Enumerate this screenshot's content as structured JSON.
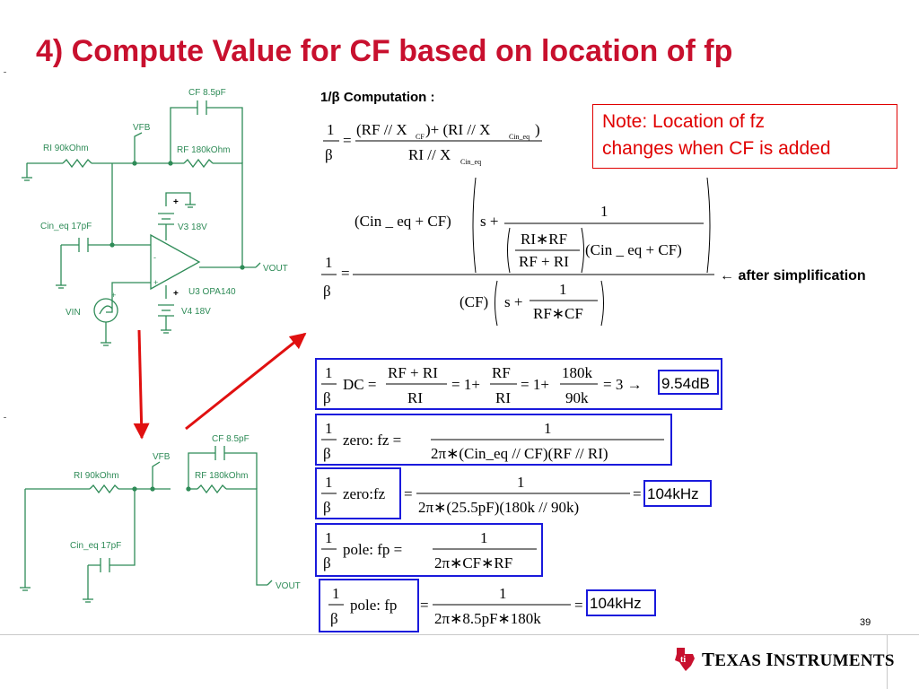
{
  "slide": {
    "title": "4) Compute Value for CF based on location of fp",
    "page_number": "39",
    "note_lines": [
      "Note: Location of fz",
      "changes when CF is added"
    ],
    "brand": {
      "first": "T",
      "rest1": "EXAS ",
      "second": "I",
      "rest2": "NSTRUMENTS",
      "color": "#c8102e"
    }
  },
  "schematic_top": {
    "cf": "CF 8.5pF",
    "vfb": "VFB",
    "ri": "RI 90kOhm",
    "rf": "RF 180kOhm",
    "cin": "Cin_eq 17pF",
    "v3": "V3 18V",
    "v4": "V4 18V",
    "vout": "VOUT",
    "u3": "U3 OPA140",
    "vin": "VIN",
    "plus": "+",
    "minus": "-"
  },
  "schematic_bottom": {
    "cf": "CF 8.5pF",
    "vfb": "VFB",
    "ri": "RI 90kOhm",
    "rf": "RF 180kOhm",
    "cin": "Cin_eq 17pF",
    "vout": "VOUT"
  },
  "computation": {
    "heading": "1/β Computation :",
    "after_simplification": "← after simplification"
  },
  "equations": {
    "dc_result": "9.54dB",
    "zero_result": "104kHz",
    "pole_result": "104kHz"
  },
  "colors": {
    "title": "#c8102e",
    "note": "#e00000",
    "box": "#1a1adc",
    "schematic": "#2e8b57",
    "arrow": "#e01010"
  }
}
